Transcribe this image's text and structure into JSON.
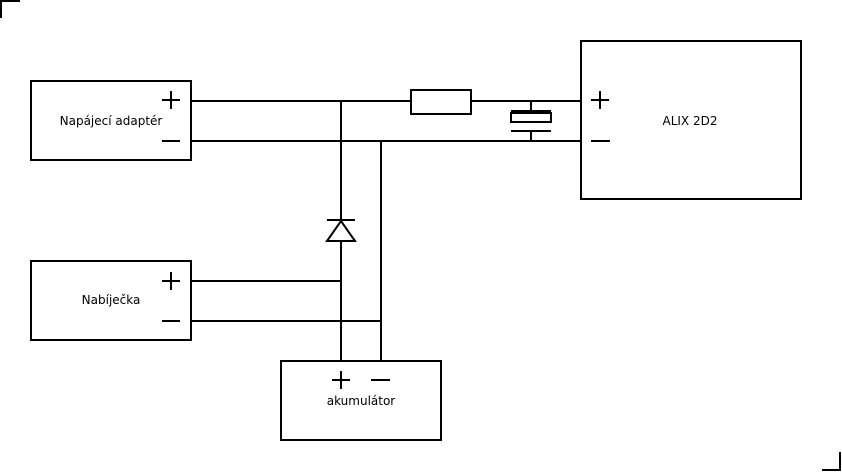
{
  "diagram": {
    "components": {
      "adapter": {
        "label": "Napájecí adaptér"
      },
      "charger": {
        "label": "Nabíječka"
      },
      "battery": {
        "label": "akumulátor"
      },
      "alix": {
        "label": "ALIX 2D2"
      }
    },
    "elements": [
      "resistor",
      "capacitor",
      "diode"
    ],
    "colors": {
      "line": "#000000",
      "background": "#ffffff"
    }
  }
}
